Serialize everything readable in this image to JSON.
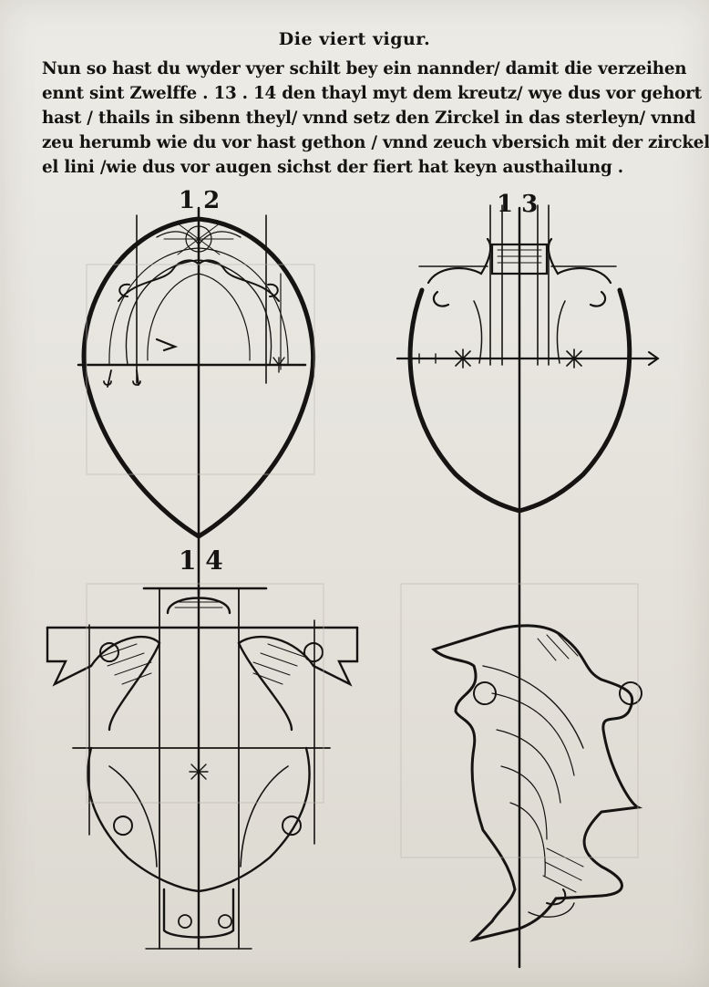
{
  "page": {
    "heading": "Die viert vigur.",
    "body_lines": [
      "Nun so hast du wyder vyer schilt bey ein nannder/ damit die verzeihen",
      "ennt sint Zwelffe . 13 . 14 den thayl myt dem kreutz/ wye dus vor gehort",
      "hast / thails in sibenn theyl/ vnnd setz den Zirckel in das sterleyn/ vnnd",
      "zeu herumb wie du vor hast gethon / vnnd zeuch vbersich mit der zirckel",
      "el lini /wie dus vor augen sichst der fiert hat keyn austhailung ."
    ]
  },
  "figures": {
    "label_12": "1 2",
    "label_13": "1 3",
    "label_14": "1 4"
  },
  "colors": {
    "ink": "#161412",
    "paper": "#e8e6e0"
  }
}
